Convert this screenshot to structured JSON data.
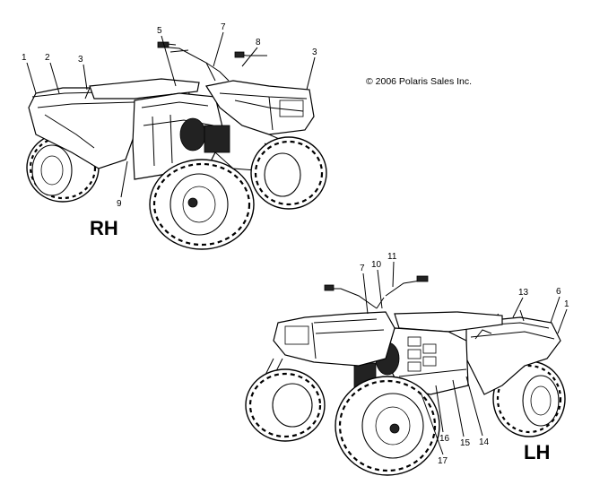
{
  "diagram": {
    "copyright": "© 2006 Polaris Sales Inc.",
    "views": {
      "rh": {
        "label": "RH"
      },
      "lh": {
        "label": "LH"
      }
    },
    "callouts_rh": [
      "1",
      "2",
      "3",
      "5",
      "7",
      "8",
      "3",
      "9"
    ],
    "callouts_lh": [
      "7",
      "10",
      "11",
      "13",
      "6",
      "1",
      "16",
      "15",
      "14",
      "17"
    ]
  }
}
